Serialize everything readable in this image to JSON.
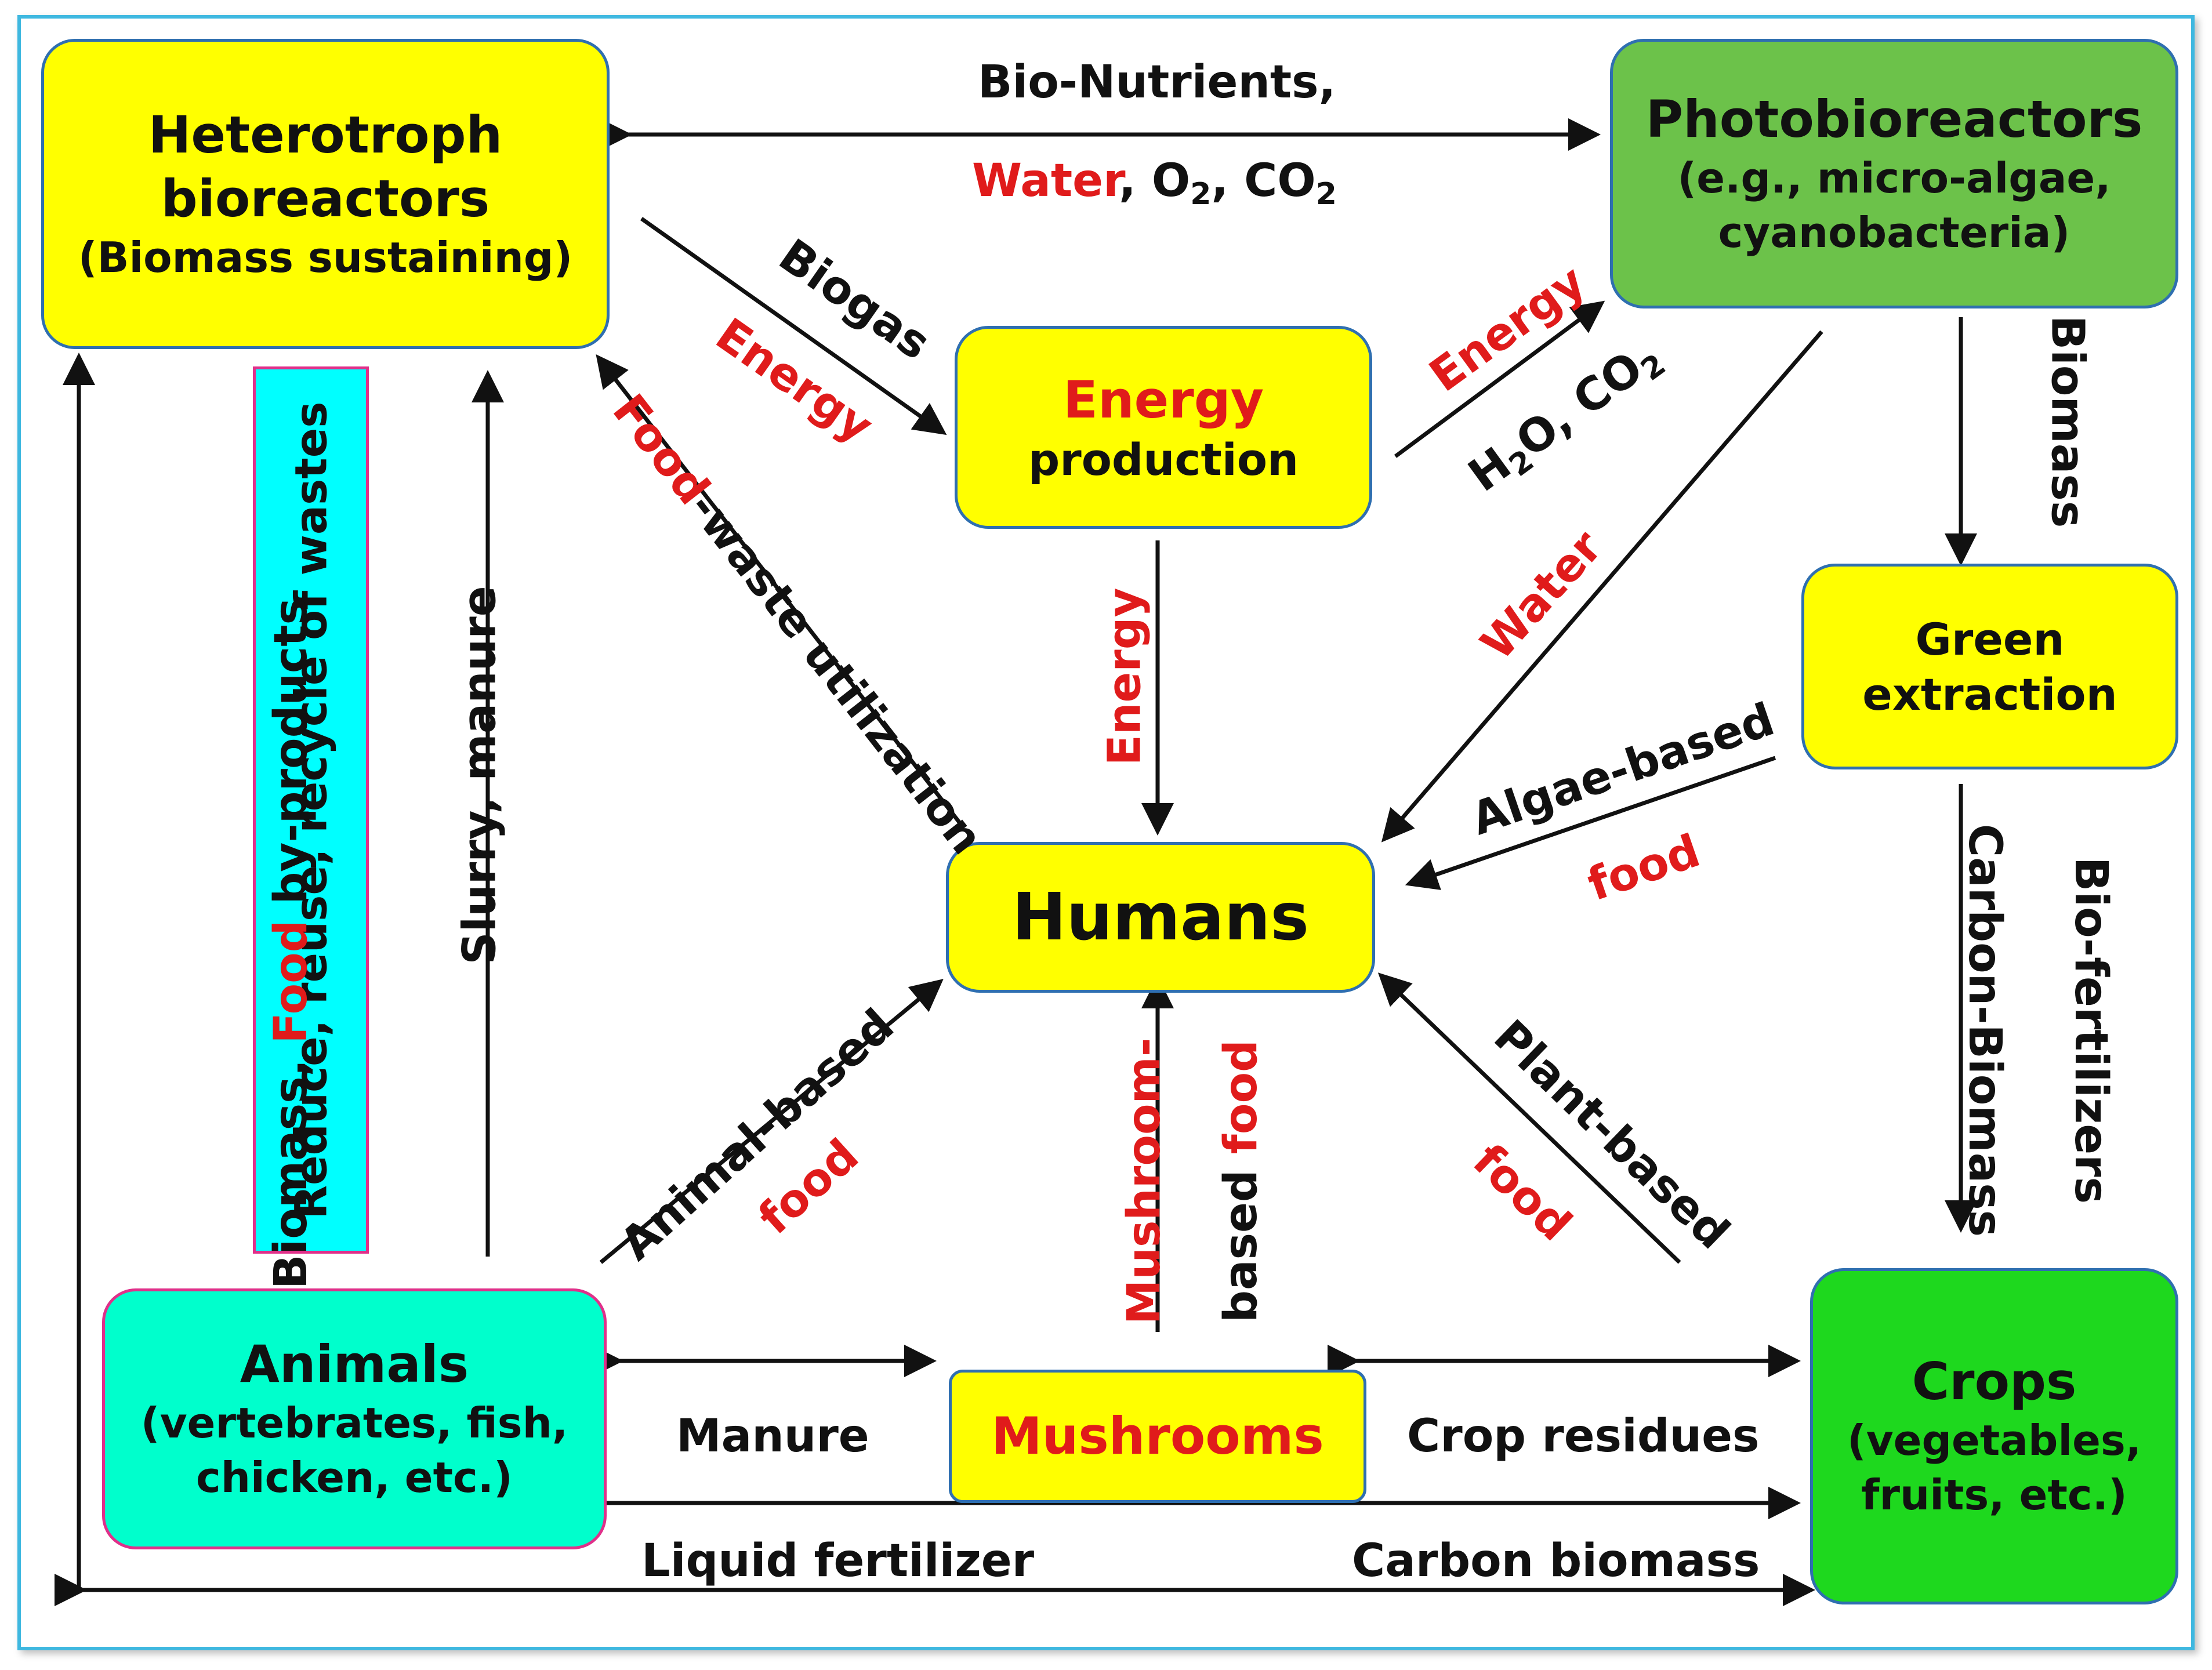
{
  "nodes": {
    "heterotroph": {
      "line1": "Heterotroph",
      "line2": "bioreactors",
      "line3": "(Biomass sustaining)"
    },
    "photobioreactors": {
      "line1": "Photobioreactors",
      "line2": "(e.g., micro-algae,",
      "line3": "cyanobacteria)"
    },
    "energy": {
      "line1": "Energy",
      "line2": "production"
    },
    "green": {
      "line1": "Green",
      "line2": "extraction"
    },
    "humans": {
      "line1": "Humans"
    },
    "animals": {
      "line1": "Animals",
      "line2": "(vertebrates, fish,",
      "line3": "chicken, etc.)"
    },
    "mushrooms": {
      "line1": "Mushrooms"
    },
    "crops": {
      "line1": "Crops",
      "line2": "(vegetables,",
      "line3": "fruits, etc.)"
    },
    "reduce": {
      "text": "Reduce, reuse, recycle of wastes"
    }
  },
  "labels": {
    "bio_nutrients": "Bio-Nutrients,",
    "water": "Water",
    "o2_co2_tail": ", O",
    "o2_sub": "2",
    "co2_mid": ", CO",
    "co2_sub": "2",
    "biogas": "Biogas",
    "energy_biogas": "Energy",
    "energy_top_right": "Energy",
    "h2o_h": "H",
    "h2o_sub": "2",
    "h2o_rest": "O, CO",
    "h2o_co2_sub": "2",
    "biomass_right": "Biomass",
    "food_word": "Food",
    "food_waste_rest": "-waste utilization",
    "energy_down": "Energy",
    "water_diag": "Water",
    "algae_based": "Algae-based",
    "algae_food": "food",
    "carbon_biomass_v": "Carbon-Biomass",
    "bio_fertilizers": "Bio-fertilizers",
    "biomass_left_a": "Biomass, ",
    "biomass_left_food": "Food",
    "biomass_left_b": " by-products",
    "slurry_manure": "Slurry, manure",
    "animal_based": "Animal-based",
    "animal_food": "food",
    "mushroom_word": "Mushroom-",
    "based_word": "based ",
    "mushroom_food": "food",
    "plant_based": "Plant-based",
    "plant_food": "food",
    "manure": "Manure",
    "crop_residues": "Crop residues",
    "liquid_fertilizer": "Liquid fertilizer",
    "carbon_biomass_h": "Carbon biomass"
  },
  "colors": {
    "yellow": "#ffff00",
    "green_photo": "#6cc24a",
    "green_crops": "#1ed81e",
    "cyan": "#00ffcc",
    "cyan_reduce": "#00ffff",
    "red_text": "#e01b1b",
    "border_blue": "#2f6fb0",
    "border_pink": "#e0308a"
  }
}
